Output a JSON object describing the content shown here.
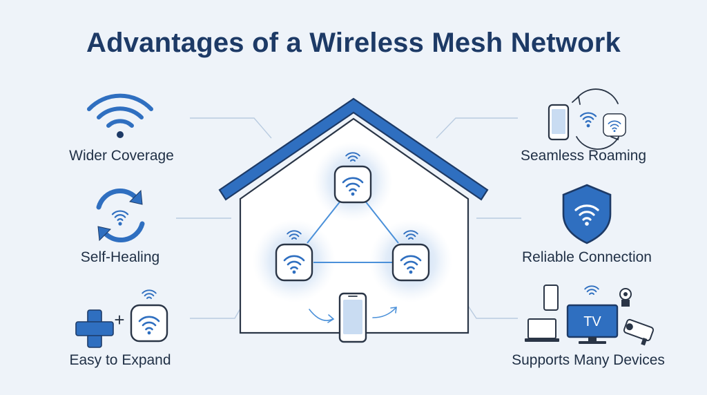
{
  "title": "Advantages of a Wireless Mesh Network",
  "features": {
    "wider_coverage": "Wider Coverage",
    "self_healing": "Self-Healing",
    "easy_to_expand": "Easy to Expand",
    "seamless_roaming": "Seamless Roaming",
    "reliable_connection": "Reliable Connection",
    "supports_many_devices": "Supports Many Devices"
  },
  "icon_texts": {
    "plus_small": "+",
    "tv": "TV"
  },
  "colors": {
    "background": "#eef3f9",
    "primary_blue": "#2f6fc0",
    "dark_navy": "#1d3a66",
    "light_blue": "#4a90d9",
    "glow": "#c9dcf2",
    "outline": "#2a3546"
  }
}
